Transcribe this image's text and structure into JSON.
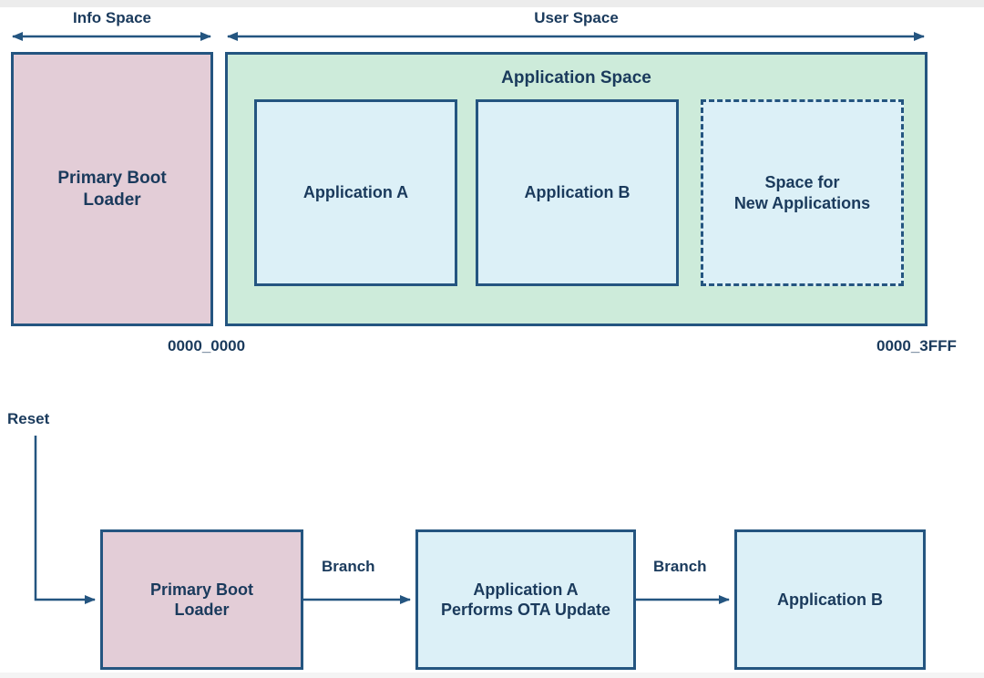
{
  "memory_map": {
    "info_space": {
      "span_label": "Info Space",
      "region_label": "Primary Boot\nLoader",
      "region_label_line1": "Primary Boot",
      "region_label_line2": "Loader"
    },
    "user_space": {
      "span_label": "User Space",
      "title": "Application Space",
      "blocks": [
        {
          "label": "Application A",
          "style": "solid"
        },
        {
          "label": "Application B",
          "style": "solid"
        },
        {
          "label_line1": "Space for",
          "label_line2": "New Applications",
          "style": "dashed"
        }
      ]
    },
    "addresses": {
      "start": "0000_0000",
      "end": "0000_3FFF"
    }
  },
  "boot_flow": {
    "reset_label": "Reset",
    "nodes": [
      {
        "label_line1": "Primary Boot",
        "label_line2": "Loader",
        "fill": "pink"
      },
      {
        "label_line1": "Application A",
        "label_line2": "Performs OTA Update",
        "fill": "blue"
      },
      {
        "label_line1": "Application B",
        "label_line2": "",
        "fill": "blue"
      }
    ],
    "transitions": [
      {
        "label": "Branch"
      },
      {
        "label": "Branch"
      }
    ]
  },
  "colors": {
    "stroke": "#245580",
    "text": "#1a3a5c",
    "fill_pink": "#e3cdd7",
    "fill_green": "#cdebda",
    "fill_blue": "#dcf0f7",
    "background": "#ffffff",
    "strip_gray": "#ececec"
  }
}
